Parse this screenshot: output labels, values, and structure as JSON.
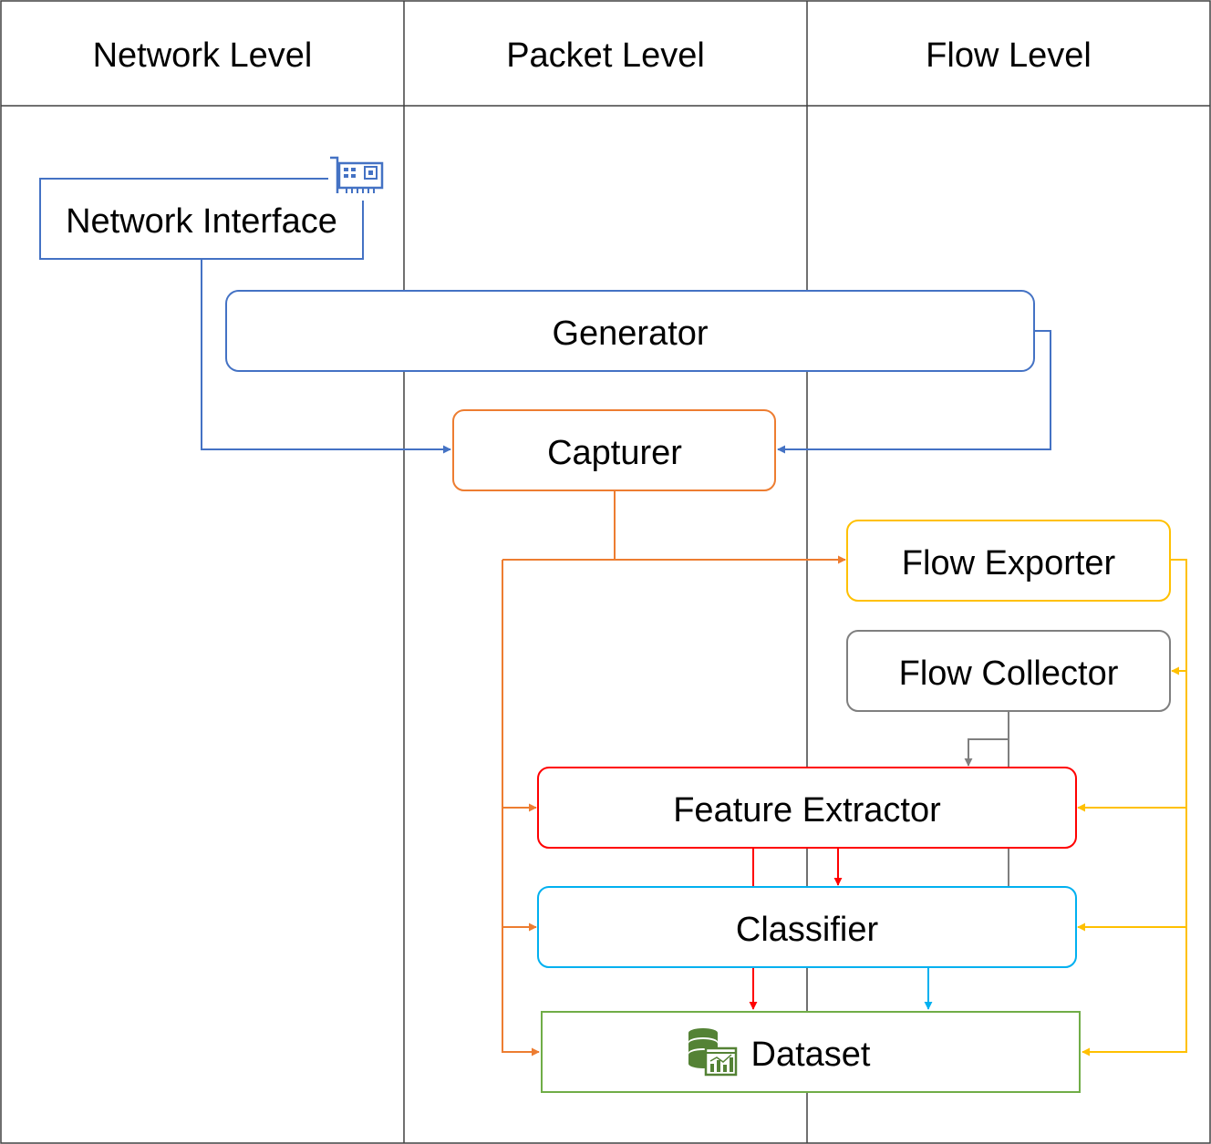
{
  "columns": [
    {
      "label": "Network Level"
    },
    {
      "label": "Packet Level"
    },
    {
      "label": "Flow Level"
    }
  ],
  "nodes": {
    "network_interface": {
      "label": "Network Interface",
      "icon": "network-card-icon",
      "color": "#4472C4"
    },
    "generator": {
      "label": "Generator",
      "color": "#4472C4"
    },
    "capturer": {
      "label": "Capturer",
      "color": "#ED7D31"
    },
    "flow_exporter": {
      "label": "Flow Exporter",
      "color": "#FFC000"
    },
    "flow_collector": {
      "label": "Flow Collector",
      "color": "#7F7F7F"
    },
    "feature_extractor": {
      "label": "Feature Extractor",
      "color": "#FF0000"
    },
    "classifier": {
      "label": "Classifier",
      "color": "#00B0F0"
    },
    "dataset": {
      "label": "Dataset",
      "icon": "database-chart-icon",
      "color": "#70AD47"
    }
  },
  "colors": {
    "blue": "#4472C4",
    "orange": "#ED7D31",
    "yellow": "#FFC000",
    "gray": "#7F7F7F",
    "red": "#FF0000",
    "cyan": "#00B0F0",
    "green": "#70AD47",
    "gridline": "#404040"
  }
}
